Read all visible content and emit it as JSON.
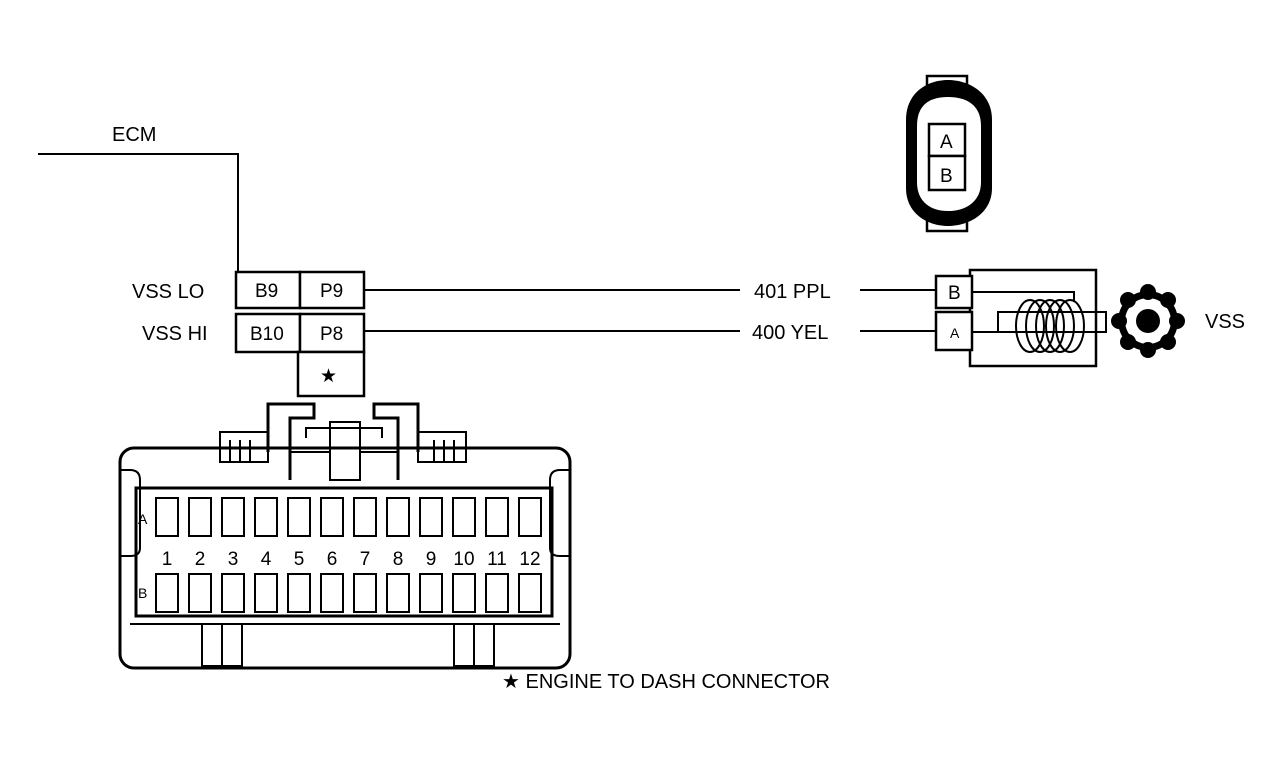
{
  "ecm_label": "ECM",
  "vss_label": "VSS",
  "signals": {
    "vss_lo": {
      "name": "VSS LO",
      "ecm_pin": "B9",
      "conn_pin": "P9",
      "wire": "401 PPL",
      "sensor_pin": "B"
    },
    "vss_hi": {
      "name": "VSS HI",
      "ecm_pin": "B10",
      "conn_pin": "P8",
      "wire": "400 YEL",
      "sensor_pin": "A"
    }
  },
  "star_cell": "★",
  "sensor_connector_face": {
    "pin_a": "A",
    "pin_b": "B"
  },
  "dash_connector": {
    "row_a_label": "A",
    "row_b_label": "B",
    "pin_numbers": [
      "1",
      "2",
      "3",
      "4",
      "5",
      "6",
      "7",
      "8",
      "9",
      "10",
      "11",
      "12"
    ]
  },
  "footnote": "★ ENGINE TO DASH CONNECTOR"
}
